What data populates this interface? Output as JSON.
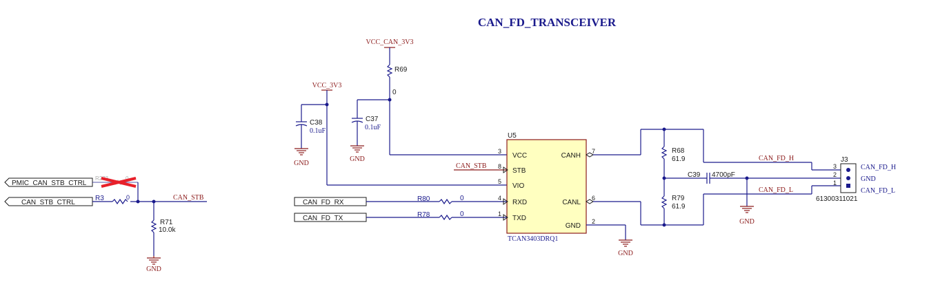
{
  "title": "CAN_FD_TRANSCEIVER",
  "power": {
    "vcc_can": "VCC_CAN_3V3",
    "vcc_3v3": "VCC_3V3",
    "gnd": "GND"
  },
  "ports": {
    "pmic_can_stb_ctrl": "PMIC_CAN_STB_CTRL",
    "can_stb_ctrl": "CAN_STB_CTRL",
    "can_fd_rx": "CAN_FD_RX",
    "can_fd_tx": "CAN_FD_TX"
  },
  "nets": {
    "can_stb": "CAN_STB",
    "can_fd_h": "CAN_FD_H",
    "can_fd_l": "CAN_FD_L"
  },
  "components": {
    "r273": {
      "ref": "R273",
      "value": "0"
    },
    "r3": {
      "ref": "R3",
      "value": "0"
    },
    "r71": {
      "ref": "R71",
      "value": "10.0k"
    },
    "r69": {
      "ref": "R69",
      "value": "0"
    },
    "c38": {
      "ref": "C38",
      "value": "0.1uF"
    },
    "c37": {
      "ref": "C37",
      "value": "0.1uF"
    },
    "r80": {
      "ref": "R80",
      "value": "0"
    },
    "r78": {
      "ref": "R78",
      "value": "0"
    },
    "r68": {
      "ref": "R68",
      "value": "61.9"
    },
    "r79": {
      "ref": "R79",
      "value": "61.9"
    },
    "c39": {
      "ref": "C39",
      "value": "4700pF"
    }
  },
  "u5": {
    "ref": "U5",
    "part": "TCAN3403DRQ1",
    "pins": {
      "vcc": {
        "name": "VCC",
        "num": "3"
      },
      "stb": {
        "name": "STB",
        "num": "8"
      },
      "vio": {
        "name": "VIO",
        "num": "5"
      },
      "rxd": {
        "name": "RXD",
        "num": "4"
      },
      "txd": {
        "name": "TXD",
        "num": "1"
      },
      "canh": {
        "name": "CANH",
        "num": "7"
      },
      "canl": {
        "name": "CANL",
        "num": "6"
      },
      "gnd": {
        "name": "GND",
        "num": "2"
      }
    }
  },
  "j3": {
    "ref": "J3",
    "part": "61300311021",
    "pins": [
      {
        "num": "3",
        "label": "CAN_FD_H"
      },
      {
        "num": "2",
        "label": "GND"
      },
      {
        "num": "1",
        "label": "CAN_FD_L"
      }
    ]
  },
  "colors": {
    "wire": "#1a1a8c",
    "net_label": "#8b1a1a",
    "ic_fill": "#ffffc0",
    "dnp_cross": "#e8202a"
  }
}
